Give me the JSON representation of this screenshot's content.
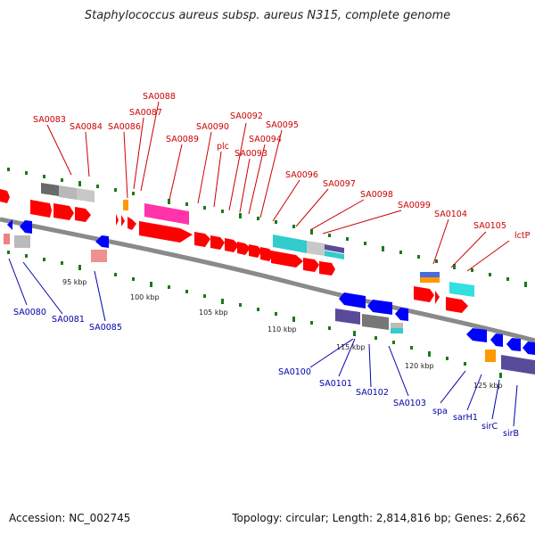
{
  "header": {
    "title": "Staphylococcus aureus subsp. aureus N315, complete genome"
  },
  "footer": {
    "accession": "Accession: NC_002745",
    "summary": "Topology: circular; Length: 2,814,816 bp; Genes: 2,662"
  },
  "colors": {
    "forward_gene": "#ff0000",
    "reverse_gene": "#0000ff",
    "forward_label": "#cc0000",
    "reverse_label": "#0000aa",
    "backbone": "#808080",
    "tick": "#1a7a1a",
    "rna": "#ff33aa",
    "gray_feature": "#b8b8b8",
    "cyan_feature": "#33cccc",
    "purple_feature": "#5a4a9a",
    "pink_feature": "#f08080",
    "orange_feature": "#ff9900"
  },
  "backbone_ticks": [
    "95 kbp",
    "100 kbp",
    "105 kbp",
    "110 kbp",
    "115 kbp",
    "120 kbp",
    "125 kbp"
  ],
  "forward_labels": [
    "SA0083",
    "SA0084",
    "SA0086",
    "SA0087",
    "SA0088",
    "SA0089",
    "SA0090",
    "plc",
    "SA0092",
    "SA0093",
    "SA0094",
    "SA0095",
    "SA0096",
    "SA0097",
    "SA0098",
    "SA0099",
    "SA0104",
    "SA0105",
    "lctP"
  ],
  "reverse_labels": [
    "SA0080",
    "SA0081",
    "SA0085",
    "SA0100",
    "SA0101",
    "SA0102",
    "SA0103",
    "spa",
    "sarH1",
    "sirC",
    "sirB"
  ]
}
